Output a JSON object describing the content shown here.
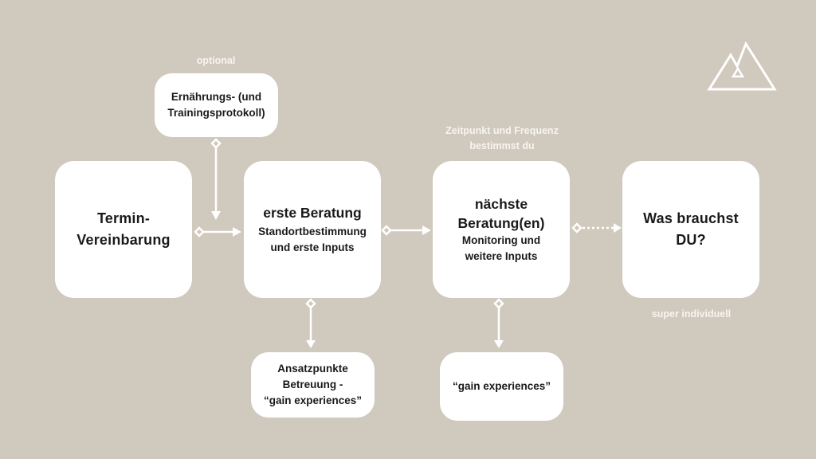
{
  "colors": {
    "background": "#d0c9bd",
    "box_fill": "#ffffff",
    "connector": "#ffffff",
    "text_dark": "#1a1a1a",
    "text_light": "#f7f5f0"
  },
  "logo": {
    "icon": "mountain-logo-icon"
  },
  "annotations": {
    "optional": "optional",
    "frequency_line1": "Zeitpunkt und Frequenz",
    "frequency_line2": "bestimmst du",
    "individual": "super individuell"
  },
  "nodes": {
    "termin": {
      "line1": "Termin-",
      "line2": "Vereinbarung"
    },
    "protokoll": {
      "line1": "Ernährungs- (und",
      "line2": "Trainingsprotokoll)"
    },
    "erste_beratung": {
      "title": "erste Beratung",
      "sub1": "Standortbestimmung",
      "sub2": "und erste Inputs"
    },
    "naechste_beratung": {
      "title1": "nächste",
      "title2": "Beratung(en)",
      "sub1": "Monitoring und",
      "sub2": "weitere Inputs"
    },
    "was_brauchst": {
      "line1": "Was brauchst",
      "line2": "DU?"
    },
    "ansatzpunkte": {
      "line1": "Ansatzpunkte",
      "line2": "Betreuung -",
      "line3": "“gain experiences”"
    },
    "gain": {
      "line1": "“gain experiences”"
    }
  },
  "edges": [
    {
      "from": "termin",
      "to": "erste_beratung",
      "style": "solid"
    },
    {
      "from": "protokoll",
      "to": "erste_beratung",
      "style": "solid"
    },
    {
      "from": "erste_beratung",
      "to": "naechste_beratung",
      "style": "solid"
    },
    {
      "from": "naechste_beratung",
      "to": "was_brauchst",
      "style": "dotted"
    },
    {
      "from": "erste_beratung",
      "to": "ansatzpunkte",
      "style": "solid"
    },
    {
      "from": "naechste_beratung",
      "to": "gain",
      "style": "solid"
    }
  ]
}
